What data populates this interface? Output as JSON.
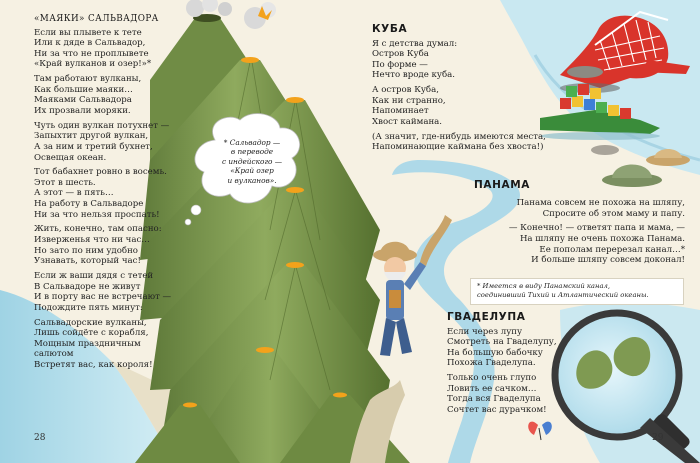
{
  "left": {
    "title": "«МАЯКИ» САЛЬВАДОРА",
    "stanzas": [
      "Если вы плывете к тете\nИли к дяде в Сальвадор,\nНи за что не проплывете\n«Край вулканов и озер!»*",
      "Там работают вулканы,\nКак большие маяки…\nМаяками Сальвадора\nИх прозвали моряки.",
      "Чуть один вулкан потухнет —\nЗапыхтит другой вулкан,\nА за ним и третий бухнет,\nОсвещая океан.",
      "Тот бабахнет ровно в восемь.\nЭтот в шесть.\nА этот — в пять…\nНа работу в Сальвадоре\nНи за что нельзя проспать!",
      "Жить, конечно, там опасно:\nИзверженья что ни час…\nНо зато по ним удобно\nУзнавать, который час!",
      "Если ж ваши дядя с тетей\nВ Сальвадоре не живут\nИ в порту вас не встречают —\nПодождите пять минут:",
      "Сальвадорские вулканы,\nЛишь сойдёте с корабля,\nМощным праздничным салютом\nВстретят вас, как короля!"
    ],
    "bubble": "* Сальвадор —\nв переводе\nс индейского —\n«Край озер\nи вулканов».",
    "page_number": "28"
  },
  "right": {
    "cuba": {
      "title": "КУБА",
      "stanzas": [
        "Я с детства думал:\nОстров Куба\nПо форме —\nНечто вроде куба.",
        "А остров Куба,\nКак ни странно,\nНапоминает\nХвост каймана.",
        "(А значит, где-нибудь имеются места,\nНапоминающие каймана без хвоста!)"
      ]
    },
    "panama": {
      "title": "ПАНАМА",
      "stanzas": [
        "Панама совсем не похожа на шляпу,\nСпросите об этом маму и папу.",
        "— Конечно! — ответят папа и мама, —\nНа шляпу не очень похожа Панама.\nЕе пополам перерезал канал…*\nИ больше шляпу совсем доконал!"
      ],
      "note": "* Имеется в виду Панамский канал,\nсоединивший Тихий и Атлантический океаны."
    },
    "guadeloupe": {
      "title": "ГВАДЕЛУПА",
      "stanzas": [
        "Если через лупу\nСмотреть на Гваделупу,\nНа большую бабочку\nПохожа Гваделупа.",
        "Только очень глупо\nЛовить ее сачком…\nТогда вся Гваделупа\nСочтет вас дурачком!"
      ]
    },
    "page_number": "29"
  },
  "colors": {
    "paper": "#f6f1e3",
    "sea": "#bfe3ee",
    "volcano": "#7f9a52",
    "lava": "#f3a21b"
  }
}
